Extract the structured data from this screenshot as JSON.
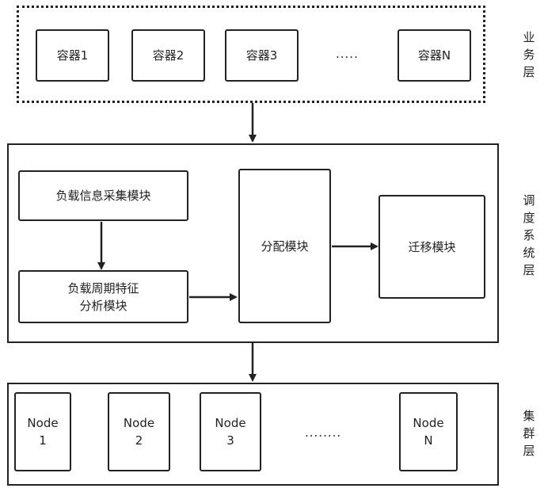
{
  "business_layer": {
    "containers": [
      "容器1",
      "容器2",
      "容器3",
      "容器N"
    ],
    "ellipsis": ".....",
    "label": "业务层"
  },
  "scheduling_layer": {
    "load_collect": "负载信息采集模块",
    "period_analysis": "负载周期特征\n分析模块",
    "allocation": "分配模块",
    "migration": "迁移模块",
    "label": "调度系统层"
  },
  "cluster_layer": {
    "nodes": [
      "Node\n1",
      "Node\n2",
      "Node\n3",
      "Node\nN"
    ],
    "ellipsis": "........",
    "label": "集群层"
  }
}
